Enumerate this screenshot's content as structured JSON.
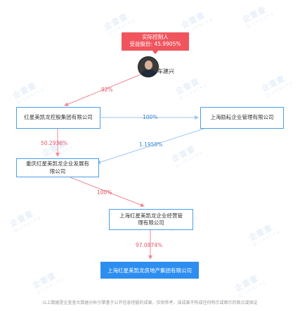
{
  "controller": {
    "title": "实际控制人",
    "share": "受益股份: 45.9905%"
  },
  "person": {
    "name": "车建兴"
  },
  "companies": {
    "hongxing_holding": "红星美凯龙控股集团有限公司",
    "shanghai_xinmao": "上海励耘企业管理有限公司",
    "chongqing": "重庆红星美凯龙企业发展有限公司",
    "shanghai_mgmt": "上海红星美凯龙企业经营管理有限公司",
    "target": "上海红星美凯龙房地产集团有限公司"
  },
  "edges": {
    "person_to_holding": "92%",
    "holding_to_xinmao": "100%",
    "holding_to_chongqing": "50.2936%",
    "xinmao_to_chongqing": "1.1958%",
    "chongqing_to_mgmt": "100%",
    "mgmt_to_target": "97.0874%"
  },
  "watermark": {
    "brand": "企查查",
    "sub": "Qichacha"
  },
  "footer": "以上数据是企查查大数据分析引擎基于公开信息挖掘的成果，仅供参考，该成果不构成任何明示或暗示的观点或保证",
  "colors": {
    "accent_red": "#f0555e",
    "accent_blue": "#2d8ef0"
  }
}
